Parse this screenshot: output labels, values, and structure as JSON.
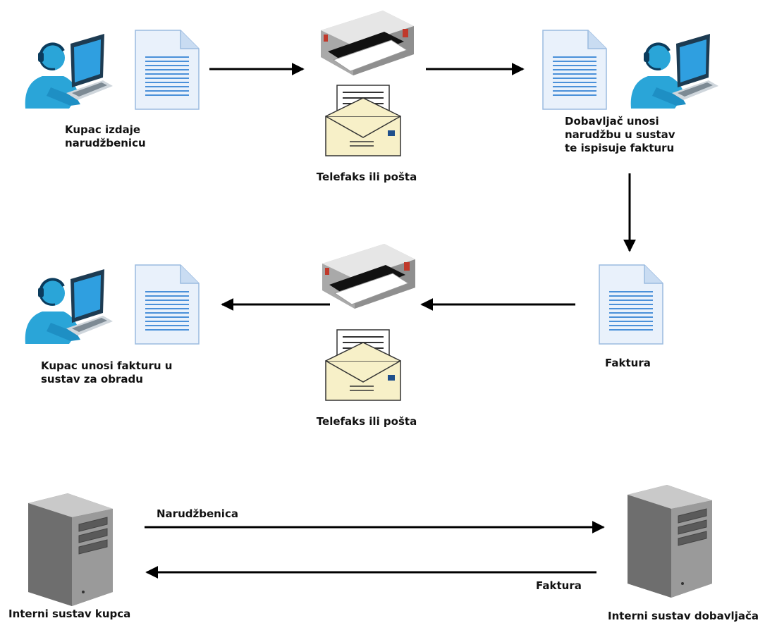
{
  "labels": {
    "customer_issues_po": "Kupac izdaje\nnarudžbenicu",
    "fax_or_mail_top": "Telefaks ili pošta",
    "supplier_enters": "Dobavljač unosi\nnarudžbu u sustav\nte ispisuje fakturu",
    "customer_enters_invoice": "Kupac unosi fakturu u\nsustav za obradu",
    "fax_or_mail_bottom": "Telefaks ili pošta",
    "invoice_doc": "Faktura",
    "po_arrow": "Narudžbenica",
    "invoice_arrow": "Faktura",
    "customer_system": "Interni sustav kupca",
    "supplier_system": "Interni sustav dobavljača"
  },
  "colors": {
    "person": "#29a3d6",
    "laptop_screen": "#1f8fcf",
    "doc_fill": "#e9f1fb",
    "doc_lines": "#4a90d9",
    "envelope": "#f7f0c8",
    "server": "#8a8a8a",
    "arrow": "#000000"
  },
  "icons": {
    "person": "person-at-laptop-icon",
    "document": "document-icon",
    "printer": "printer-icon",
    "envelope": "envelope-icon",
    "server": "server-icon"
  }
}
